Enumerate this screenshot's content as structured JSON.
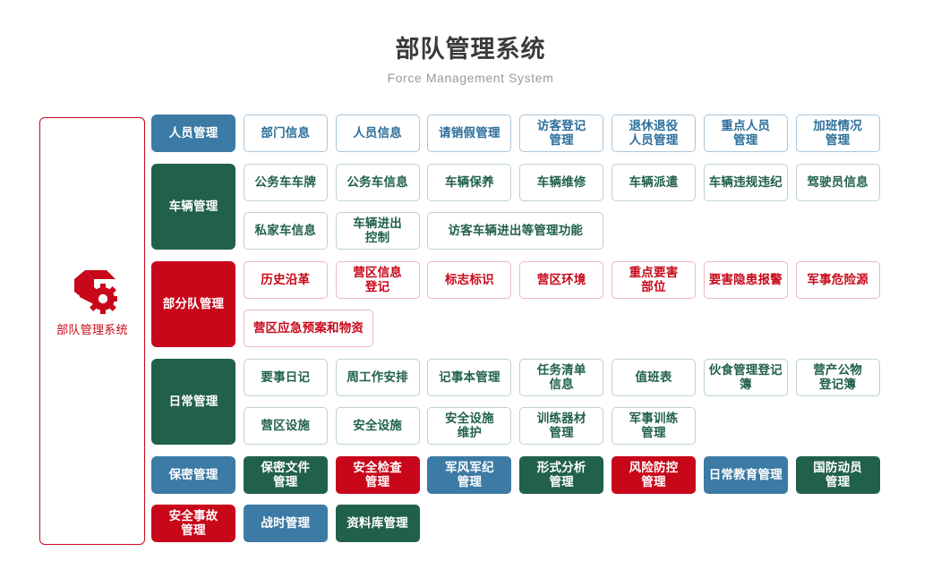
{
  "header": {
    "title": "部队管理系统",
    "subtitle": "Force Management System"
  },
  "sidebar": {
    "icon": "cube-gear-icon",
    "label": "部队管理系统",
    "accent_color": "#c8081a"
  },
  "colors": {
    "blue": "#3b7ba5",
    "green": "#216149",
    "red": "#c8081a",
    "blue_border": "#a9c5d9",
    "green_border": "#bcd2c9",
    "red_border": "#eeb8bd",
    "title_text": "#3a3a3a",
    "subtitle_text": "#9a9a9a"
  },
  "sections": [
    {
      "name": "personnel",
      "label": "人员管理",
      "style": "fill-blue",
      "label_rows": 1,
      "rows": [
        [
          {
            "label": "部门信息",
            "style": "out-blue",
            "cols": 1
          },
          {
            "label": "人员信息",
            "style": "out-blue",
            "cols": 1
          },
          {
            "label": "请销假管理",
            "style": "out-blue",
            "cols": 1
          },
          {
            "label": "访客登记\n管理",
            "style": "out-blue",
            "cols": 1
          },
          {
            "label": "退休退役\n人员管理",
            "style": "out-blue",
            "cols": 1
          },
          {
            "label": "重点人员\n管理",
            "style": "out-blue",
            "cols": 1
          },
          {
            "label": "加班情况\n管理",
            "style": "out-blue",
            "cols": 1
          }
        ]
      ]
    },
    {
      "name": "vehicle",
      "label": "车辆管理",
      "style": "fill-green",
      "label_rows": 2,
      "rows": [
        [
          {
            "label": "公务车车牌",
            "style": "out-green",
            "cols": 1
          },
          {
            "label": "公务车信息",
            "style": "out-green",
            "cols": 1
          },
          {
            "label": "车辆保养",
            "style": "out-green",
            "cols": 1
          },
          {
            "label": "车辆维修",
            "style": "out-green",
            "cols": 1
          },
          {
            "label": "车辆派遣",
            "style": "out-green",
            "cols": 1
          },
          {
            "label": "车辆违规违纪",
            "style": "out-green",
            "cols": 1
          },
          {
            "label": "驾驶员信息",
            "style": "out-green",
            "cols": 1
          }
        ],
        [
          {
            "label": "私家车信息",
            "style": "out-green",
            "cols": 1
          },
          {
            "label": "车辆进出\n控制",
            "style": "out-green",
            "cols": 1
          },
          {
            "label": "访客车辆进出等管理功能",
            "style": "out-green",
            "cols": 2
          }
        ]
      ]
    },
    {
      "name": "unit",
      "label": "部分队管理",
      "style": "fill-red",
      "label_rows": 2,
      "rows": [
        [
          {
            "label": "历史沿革",
            "style": "out-red",
            "cols": 1
          },
          {
            "label": "营区信息\n登记",
            "style": "out-red",
            "cols": 1
          },
          {
            "label": "标志标识",
            "style": "out-red",
            "cols": 1
          },
          {
            "label": "营区环境",
            "style": "out-red",
            "cols": 1
          },
          {
            "label": "重点要害\n部位",
            "style": "out-red",
            "cols": 1
          },
          {
            "label": "要害隐患报警",
            "style": "out-red",
            "cols": 1
          },
          {
            "label": "军事危险源",
            "style": "out-red",
            "cols": 1
          }
        ],
        [
          {
            "label": "营区应急预案和物资",
            "style": "out-red",
            "cols": 1.5
          }
        ]
      ]
    },
    {
      "name": "daily",
      "label": "日常管理",
      "style": "fill-green",
      "label_rows": 2,
      "rows": [
        [
          {
            "label": "要事日记",
            "style": "out-green",
            "cols": 1
          },
          {
            "label": "周工作安排",
            "style": "out-green",
            "cols": 1
          },
          {
            "label": "记事本管理",
            "style": "out-green",
            "cols": 1
          },
          {
            "label": "任务清单\n信息",
            "style": "out-green",
            "cols": 1
          },
          {
            "label": "值班表",
            "style": "out-green",
            "cols": 1
          },
          {
            "label": "伙食管理登记簿",
            "style": "out-green",
            "cols": 1
          },
          {
            "label": "营产公物\n登记簿",
            "style": "out-green",
            "cols": 1
          }
        ],
        [
          {
            "label": "营区设施",
            "style": "out-green",
            "cols": 1
          },
          {
            "label": "安全设施",
            "style": "out-green",
            "cols": 1
          },
          {
            "label": "安全设施\n维护",
            "style": "out-green",
            "cols": 1
          },
          {
            "label": "训练器材\n管理",
            "style": "out-green",
            "cols": 1
          },
          {
            "label": "军事训练\n管理",
            "style": "out-green",
            "cols": 1
          }
        ]
      ]
    },
    {
      "name": "confidential",
      "label": "保密管理",
      "style": "fill-blue",
      "label_rows": 1,
      "rows": [
        [
          {
            "label": "保密文件\n管理",
            "style": "fill-green",
            "cols": 1
          },
          {
            "label": "安全检查\n管理",
            "style": "fill-red",
            "cols": 1
          },
          {
            "label": "军风军纪\n管理",
            "style": "fill-blue",
            "cols": 1
          },
          {
            "label": "形式分析\n管理",
            "style": "fill-green",
            "cols": 1
          },
          {
            "label": "风险防控\n管理",
            "style": "fill-red",
            "cols": 1
          },
          {
            "label": "日常教育管理",
            "style": "fill-blue",
            "cols": 1
          },
          {
            "label": "国防动员\n管理",
            "style": "fill-green",
            "cols": 1
          }
        ]
      ]
    },
    {
      "name": "misc",
      "label": "安全事故\n管理",
      "style": "fill-red",
      "label_rows": 1,
      "rows": [
        [
          {
            "label": "战时管理",
            "style": "fill-blue",
            "cols": 1
          },
          {
            "label": "资料库管理",
            "style": "fill-green",
            "cols": 1
          }
        ]
      ]
    }
  ]
}
